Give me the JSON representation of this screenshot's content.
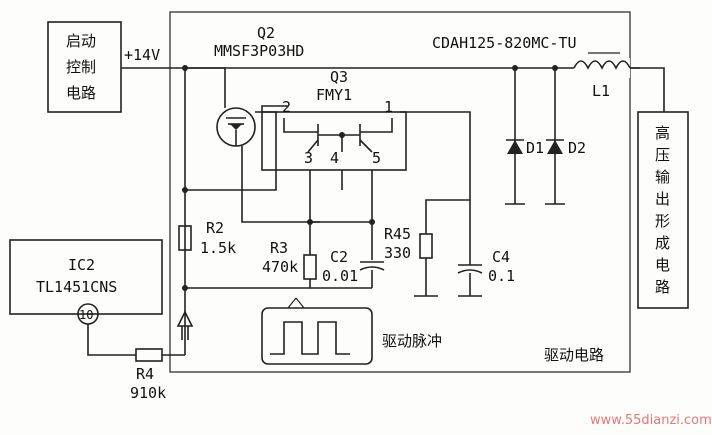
{
  "labels": {
    "startup_block": [
      "启动",
      "控制",
      "电路"
    ],
    "supply": "+14V",
    "q2_name": "Q2",
    "q2_part": "MMSF3P03HD",
    "q3_name": "Q3",
    "q3_part": "FMY1",
    "transformer_part": "CDAH125-820MC-TU",
    "l1": "L1",
    "d1": "D1",
    "d2": "D2",
    "hv_block": [
      "高",
      "压",
      "输",
      "出",
      "形",
      "成",
      "电",
      "路"
    ],
    "r2_name": "R2",
    "r2_value": "1.5k",
    "r3_name": "R3",
    "r3_value": "470k",
    "c2_name": "C2",
    "c2_value": "0.01",
    "r45_name": "R45",
    "r45_value": "330",
    "c4_name": "C4",
    "c4_value": "0.1",
    "ic2_name": "IC2",
    "ic2_part": "TL1451CNS",
    "ic2_pin": "10",
    "r4_name": "R4",
    "r4_value": "910k",
    "pulse_label": "驱动脉冲",
    "drive_circuit": "驱动电路",
    "pin_2": "2",
    "pin_1": "1",
    "pin_3": "3",
    "pin_4": "4",
    "pin_5": "5",
    "watermark": "www.55dianzi.com"
  }
}
